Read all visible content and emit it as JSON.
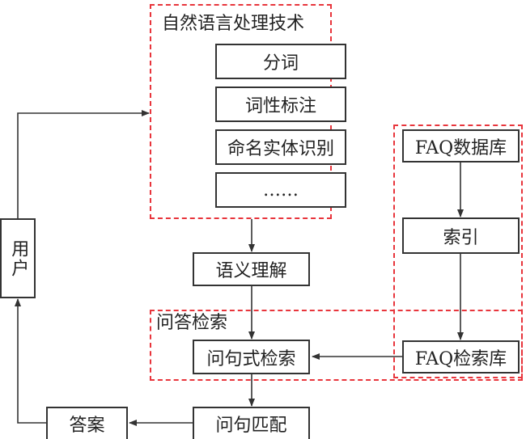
{
  "nlp_group": {
    "title": "自然语言处理技术",
    "items": [
      "分词",
      "词性标注",
      "命名实体识别",
      "……"
    ]
  },
  "qa_group": {
    "title": "问答检索"
  },
  "nodes": {
    "user": "用户",
    "semantic": "语义理解",
    "question_search": "问句式检索",
    "question_match": "问句匹配",
    "answer": "答案",
    "faq_db": "FAQ数据库",
    "index": "索引",
    "faq_search_db": "FAQ检索库"
  },
  "colors": {
    "dashed_border": "#e8353c",
    "box_border": "#333333",
    "arrow": "#333333"
  }
}
